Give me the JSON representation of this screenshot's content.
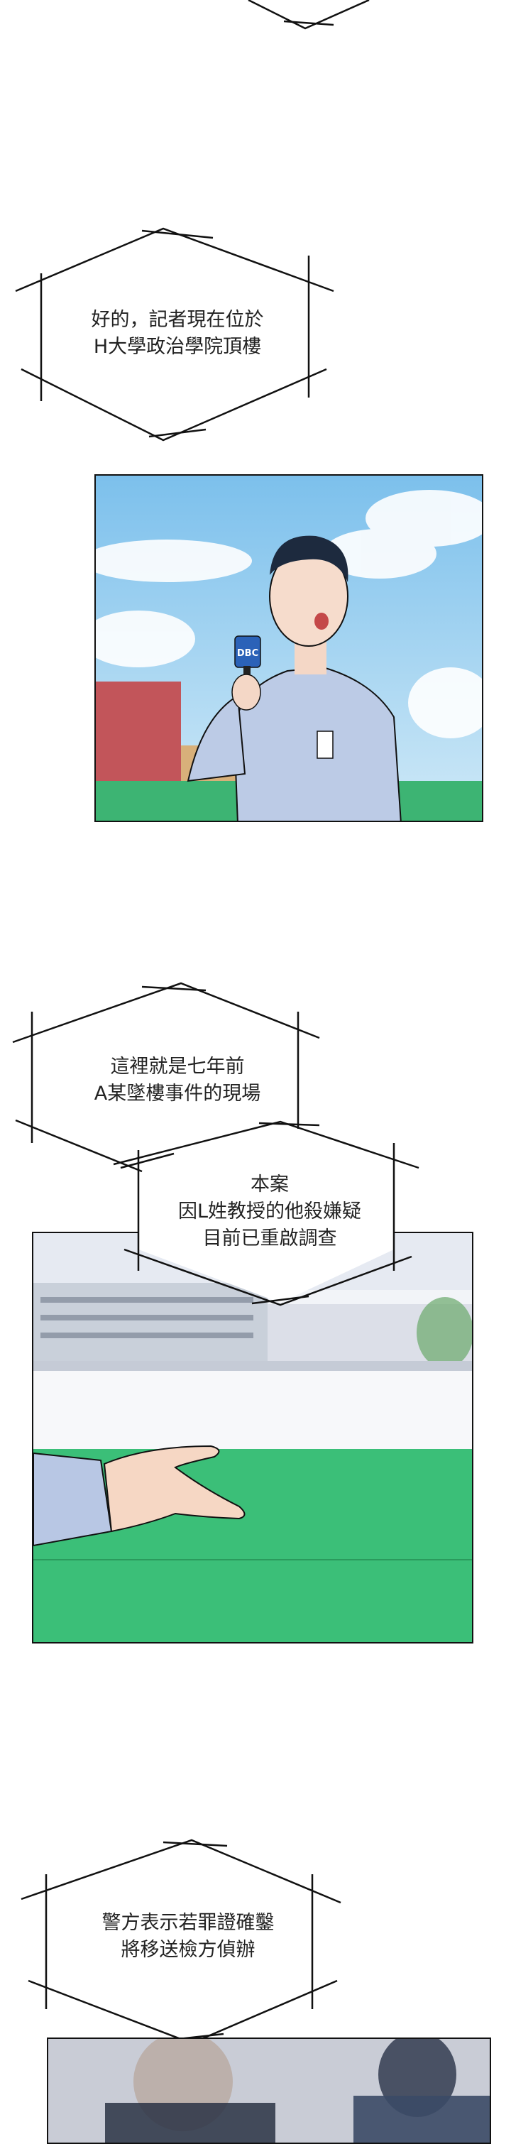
{
  "bubbles": [
    {
      "lines": [
        "好的，記者現在位於",
        "H大學政治學院頂樓"
      ]
    },
    {
      "lines": [
        "這裡就是七年前",
        "A某墜樓事件的現場"
      ]
    },
    {
      "lines": [
        "本案",
        "因L姓教授的他殺嫌疑",
        "目前已重啟調查"
      ]
    },
    {
      "lines": [
        "警方表示若罪證確鑿",
        "將移送檢方偵辦"
      ]
    }
  ],
  "mic_logo": "DBC",
  "colors": {
    "sky": "#8ec9ea",
    "cloud": "#ffffff",
    "grass": "#2fb069",
    "shirt": "#b8c8e8",
    "outline": "#111111"
  }
}
